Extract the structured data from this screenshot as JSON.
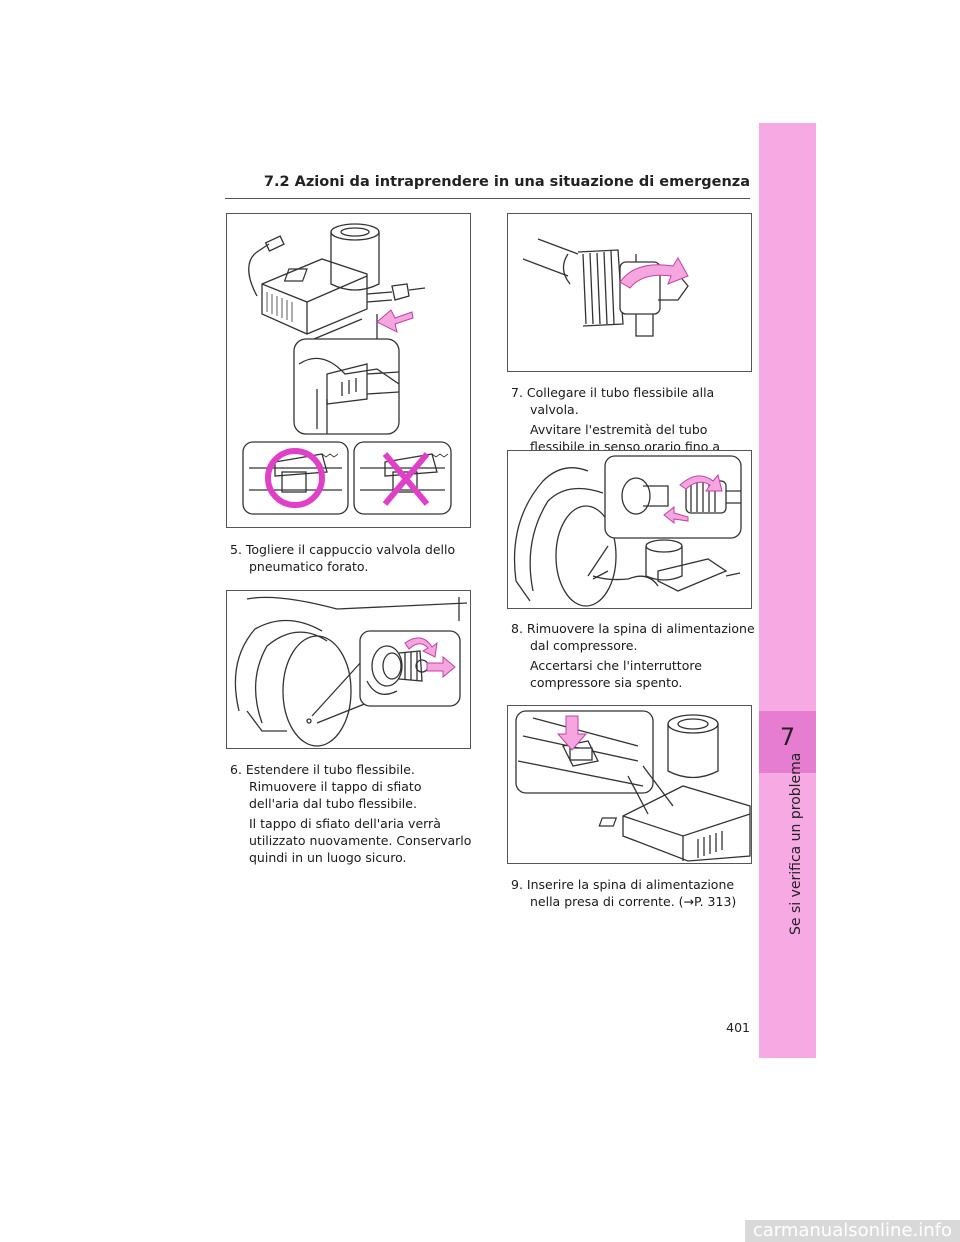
{
  "header": {
    "title": "7.2  Azioni da intraprendere in una situazione di emergenza"
  },
  "sidebar": {
    "chapter_number": "7",
    "chapter_title": "Se si verifica un problema"
  },
  "steps": [
    {
      "main": "5. Togliere il cappuccio valvola dello pneumatico forato.",
      "sub": ""
    },
    {
      "main": "6. Estendere il tubo flessibile. Rimuovere il tappo di sfiato dell'aria dal tubo flessibile.",
      "sub": "Il tappo di sfiato dell'aria verrà utilizzato nuovamente. Conservarlo quindi in un luogo sicuro."
    },
    {
      "main": "7. Collegare il tubo flessibile alla valvola.",
      "sub": "Avvitare l'estremità del tubo flessibile in senso orario fino a fondo corsa."
    },
    {
      "main": "8. Rimuovere la spina di alimentazione dal compressore.",
      "sub": "Accertarsi che l'interruttore compressore sia spento."
    },
    {
      "main": "9. Inserire la spina di alimentazione nella presa di corrente. (→P. 313)",
      "sub": ""
    }
  ],
  "page_number": "401",
  "watermark": "carmanualsonline.info",
  "colors": {
    "accent_pink": "#e040c8",
    "tab_pink": "#f7a9e4",
    "tab_dark": "#e77dd0",
    "arrow_pink": "#f5a6de"
  }
}
